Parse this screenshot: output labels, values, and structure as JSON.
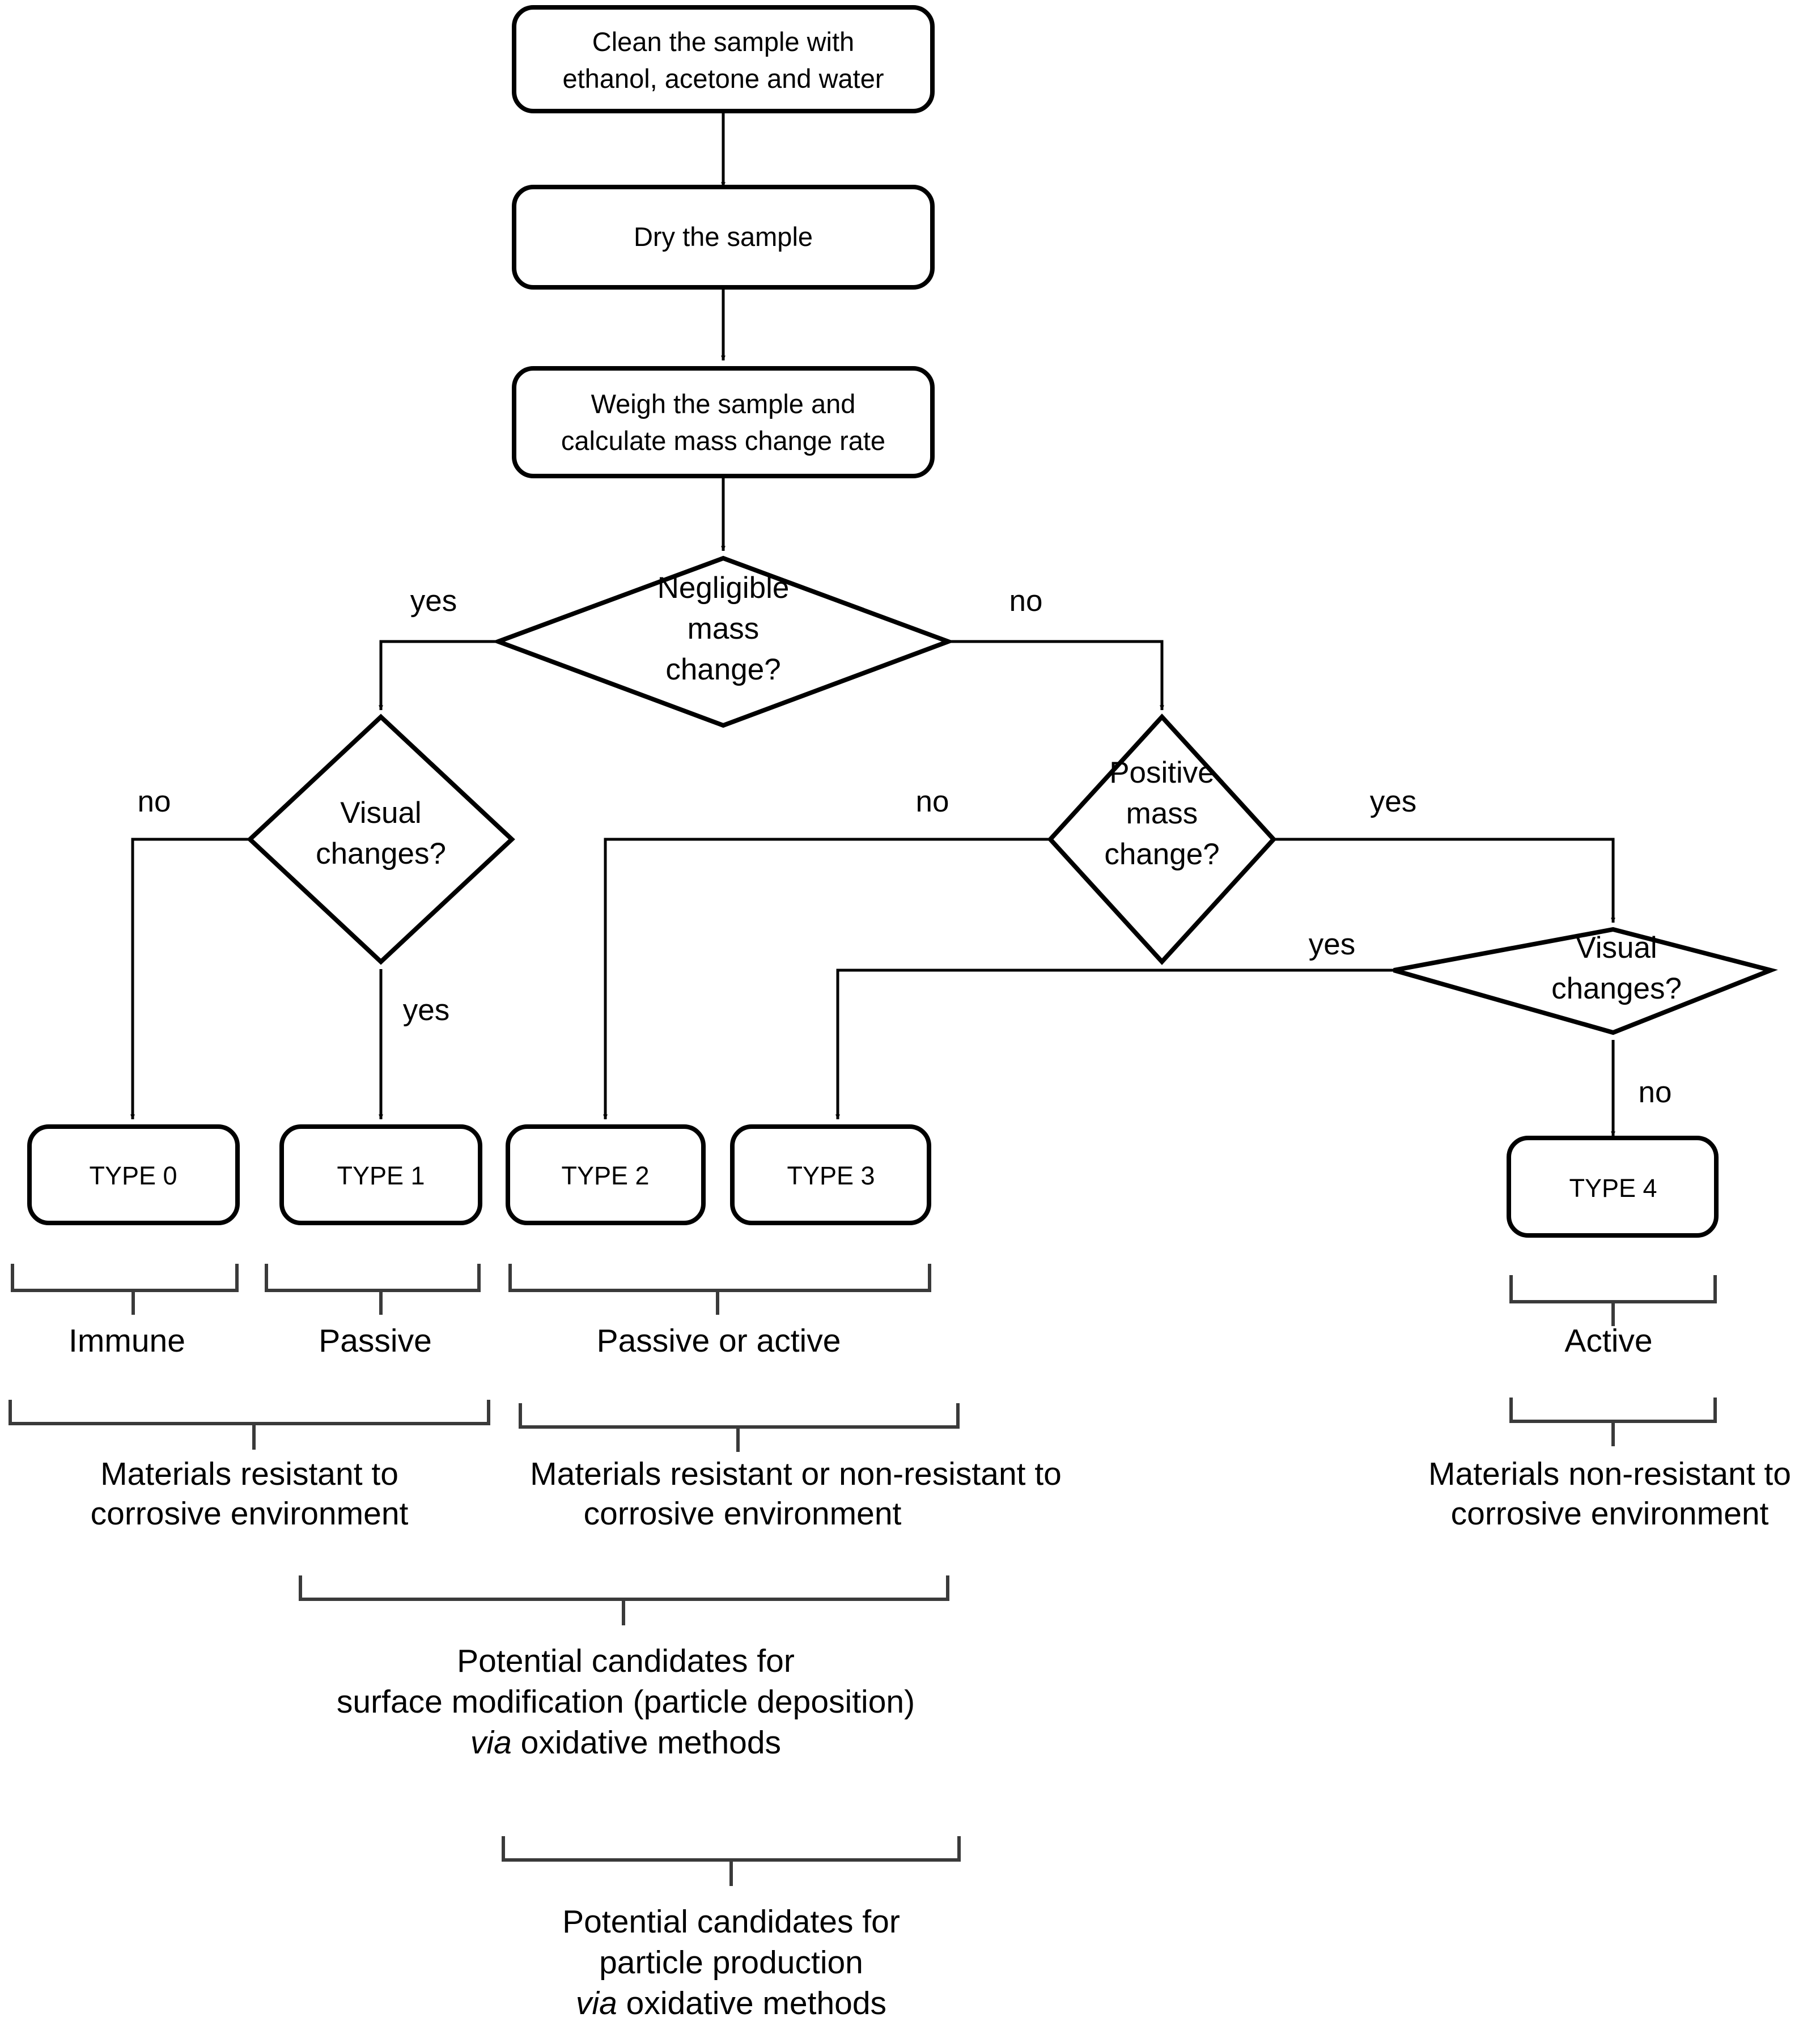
{
  "diagram": {
    "title": "Corrosion sample classification flowchart",
    "line_color": "#000000",
    "fill_color": "#ffffff",
    "process_steps": [
      {
        "id": "clean",
        "label_line1": "Clean the sample with",
        "label_line2": "ethanol, acetone and water"
      },
      {
        "id": "dry",
        "label_line1": "Dry the sample",
        "label_line2": ""
      },
      {
        "id": "weigh",
        "label_line1": "Weigh the sample and",
        "label_line2": "calculate mass change rate"
      }
    ],
    "decisions": [
      {
        "id": "negligible",
        "line1": "Negligible",
        "line2": "mass",
        "line3": "change?",
        "left_label": "yes",
        "right_label": "no"
      },
      {
        "id": "visual-left",
        "line1": "Visual",
        "line2": "changes?",
        "line3": "",
        "left_label": "no",
        "bottom_label": "yes"
      },
      {
        "id": "positive",
        "line1": "Positive",
        "line2": "mass",
        "line3": "change?",
        "left_label": "no",
        "right_label": "yes"
      },
      {
        "id": "visual-right",
        "line1": "Visual",
        "line2": "changes?",
        "line3": "",
        "left_label": "yes",
        "bottom_label": "no"
      }
    ],
    "types": [
      {
        "id": "type0",
        "label": "TYPE 0"
      },
      {
        "id": "type1",
        "label": "TYPE 1"
      },
      {
        "id": "type2",
        "label": "TYPE 2"
      },
      {
        "id": "type3",
        "label": "TYPE 3"
      },
      {
        "id": "type4",
        "label": "TYPE 4"
      }
    ],
    "behaviour_labels": [
      {
        "id": "immune",
        "label": "Immune"
      },
      {
        "id": "passive",
        "label": "Passive"
      },
      {
        "id": "passive-or-active",
        "label": "Passive or active"
      },
      {
        "id": "active",
        "label": "Active"
      }
    ],
    "resistance_labels": [
      {
        "id": "resistant",
        "line1": "Materials resistant to",
        "line2": "corrosive environment"
      },
      {
        "id": "resistant-or-non",
        "line1": "Materials resistant or non-resistant to",
        "line2": "corrosive environment"
      },
      {
        "id": "non-resistant",
        "line1": "Materials non-resistant to",
        "line2": "corrosive environment"
      }
    ],
    "candidate_blocks": [
      {
        "id": "surface-modification",
        "line1": "Potential candidates for",
        "line2": "surface modification (particle deposition)",
        "line3_italic": "via",
        "line3_rest": " oxidative methods"
      },
      {
        "id": "particle-production",
        "line1": "Potential candidates for",
        "line2": "particle production",
        "line3_italic": "via",
        "line3_rest": " oxidative methods"
      }
    ]
  }
}
